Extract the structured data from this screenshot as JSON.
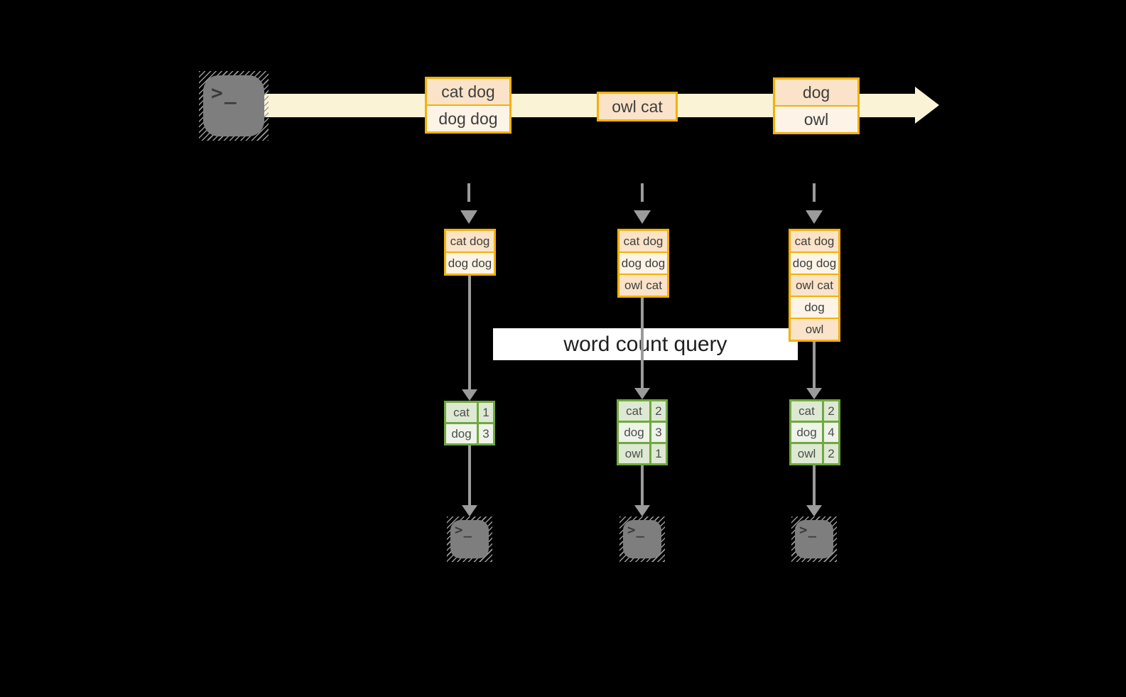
{
  "query_label": "word count query",
  "icons": {
    "terminal_glyph": ">_"
  },
  "colors": {
    "background": "#000000",
    "stream_band": "#FAF3D6",
    "batch_border": "#F2B10A",
    "cell_peach": "#FAE3C8",
    "cell_cream": "#FDF3E6",
    "table_border": "#71A83F",
    "table_cell_dark": "#DEE9D4",
    "table_cell_light": "#EEF4EA",
    "arrow_gray": "#9B9B9B",
    "terminal_gray": "#7E7E7E",
    "query_bg": "#FFFFFF"
  },
  "stream": {
    "batches": [
      {
        "rows": [
          "cat dog",
          "dog dog"
        ]
      },
      {
        "rows": [
          "owl cat"
        ]
      },
      {
        "rows": [
          "dog",
          "owl"
        ]
      }
    ]
  },
  "micro_batches": [
    {
      "rows": [
        "cat dog",
        "dog dog"
      ]
    },
    {
      "rows": [
        "cat dog",
        "dog dog",
        "owl cat"
      ]
    },
    {
      "rows": [
        "cat dog",
        "dog dog",
        "owl cat",
        "dog",
        "owl"
      ]
    }
  ],
  "word_counts": [
    {
      "rows": [
        {
          "word": "cat",
          "count": "1"
        },
        {
          "word": "dog",
          "count": "3"
        }
      ]
    },
    {
      "rows": [
        {
          "word": "cat",
          "count": "2"
        },
        {
          "word": "dog",
          "count": "3"
        },
        {
          "word": "owl",
          "count": "1"
        }
      ]
    },
    {
      "rows": [
        {
          "word": "cat",
          "count": "2"
        },
        {
          "word": "dog",
          "count": "4"
        },
        {
          "word": "owl",
          "count": "2"
        }
      ]
    }
  ]
}
